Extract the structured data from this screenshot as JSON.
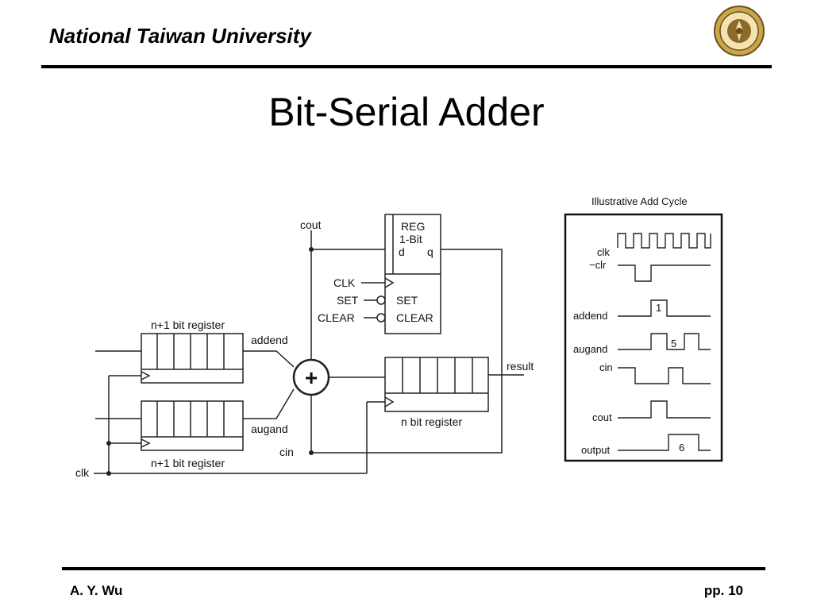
{
  "header": {
    "institution": "National Taiwan University",
    "seal_icon": "ntu-seal-icon"
  },
  "slide": {
    "title": "Bit-Serial Adder"
  },
  "diagram": {
    "labels": {
      "cout_top": "cout",
      "reg_name": "REG",
      "reg_width": "1-Bit",
      "reg_d": "d",
      "reg_q": "q",
      "clk_in": "CLK",
      "set_in": "SET",
      "clear_in": "CLEAR",
      "set_inner": "SET",
      "clear_inner": "CLEAR",
      "register_top": "n+1 bit register",
      "register_bottom": "n+1 bit register",
      "addend": "addend",
      "augand": "augand",
      "adder_symbol": "+",
      "result": "result",
      "n_bit_register": "n bit register",
      "cin": "cin",
      "clk": "clk"
    },
    "timing": {
      "title": "Illustrative Add Cycle",
      "signals": [
        "clk",
        "−clr",
        "addend",
        "augand",
        "cin",
        "cout",
        "output"
      ],
      "addend_value": "1",
      "augand_value": "5",
      "output_value": "6"
    }
  },
  "footer": {
    "author": "A. Y. Wu",
    "page": "pp. 10"
  }
}
